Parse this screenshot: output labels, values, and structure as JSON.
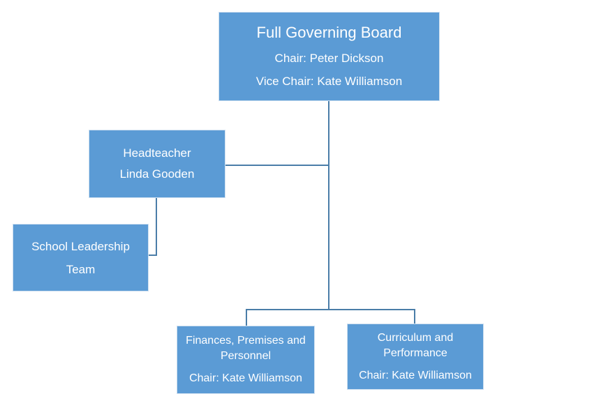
{
  "diagram": {
    "type": "org-chart",
    "colors": {
      "background": "#ffffff",
      "node_fill": "#5b9bd5",
      "node_border": "#cfe0f0",
      "node_text": "#ffffff",
      "connector": "#4a7da8"
    },
    "nodes": {
      "full_governing_board": {
        "title": "Full Governing Board",
        "chair": "Chair: Peter Dickson",
        "vice_chair": "Vice Chair: Kate Williamson"
      },
      "headteacher": {
        "title": "Headteacher",
        "name": "Linda Gooden"
      },
      "school_leadership_team": {
        "title": "School Leadership Team"
      },
      "finances_premises_personnel": {
        "title": "Finances, Premises and Personnel",
        "chair": "Chair: Kate Williamson"
      },
      "curriculum_performance": {
        "title": "Curriculum and Performance",
        "chair": "Chair: Kate Williamson"
      }
    },
    "edges": [
      {
        "from": "full_governing_board",
        "to": "headteacher"
      },
      {
        "from": "headteacher",
        "to": "school_leadership_team"
      },
      {
        "from": "full_governing_board",
        "to": "finances_premises_personnel"
      },
      {
        "from": "full_governing_board",
        "to": "curriculum_performance"
      }
    ]
  }
}
